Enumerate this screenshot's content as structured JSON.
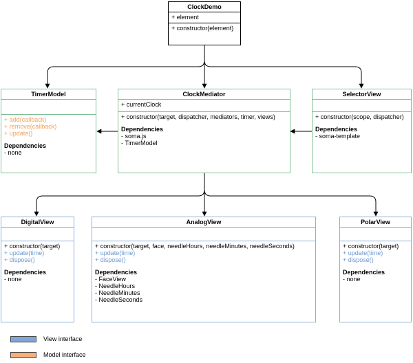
{
  "colors": {
    "view_interface": "#7fa6dc",
    "model_interface": "#f7b07a",
    "green_border": "#7fbf95",
    "blue_border": "#8bb0d6"
  },
  "dependencies_heading": "Dependencies",
  "classes": {
    "clockdemo": {
      "title": "ClockDemo",
      "attributes": [
        "+ element"
      ],
      "methods": [
        "+ constructor(element)"
      ]
    },
    "timermodel": {
      "title": "TimerModel",
      "methods": [
        "+ add(callback)",
        "+ remove(callback)",
        "+ update()"
      ],
      "dependencies": [
        "- none"
      ]
    },
    "clockmediator": {
      "title": "ClockMediator",
      "attributes": [
        "+ currentClock"
      ],
      "methods": [
        "+ constructor(target, dispatcher, mediators, timer, views)"
      ],
      "dependencies": [
        "- soma.js",
        "- TimerModel"
      ]
    },
    "selectorview": {
      "title": "SelectorView",
      "methods": [
        "+ constructor(scope, dispatcher)"
      ],
      "dependencies": [
        "- soma-template"
      ]
    },
    "digitalview": {
      "title": "DigitalView",
      "methods": [
        "+ constructor(target)",
        "+ update(time)",
        "+ dispose()"
      ],
      "dependencies": [
        "- none"
      ]
    },
    "analogview": {
      "title": "AnalogView",
      "methods": [
        "+ constructor(target, face, needleHours, needleMinutes, needleSeconds)",
        "+ update(time)",
        "+ dispose()"
      ],
      "dependencies": [
        "- FaceView",
        "- NeedleHours",
        "- NeedleMinutes",
        "- NeedleSeconds"
      ]
    },
    "polarview": {
      "title": "PolarView",
      "methods": [
        "+ constructor(target)",
        "+ update(time)",
        "+ dispose()"
      ],
      "dependencies": [
        "- none"
      ]
    }
  },
  "legend": {
    "view": "View interface",
    "model": "Model interface"
  }
}
